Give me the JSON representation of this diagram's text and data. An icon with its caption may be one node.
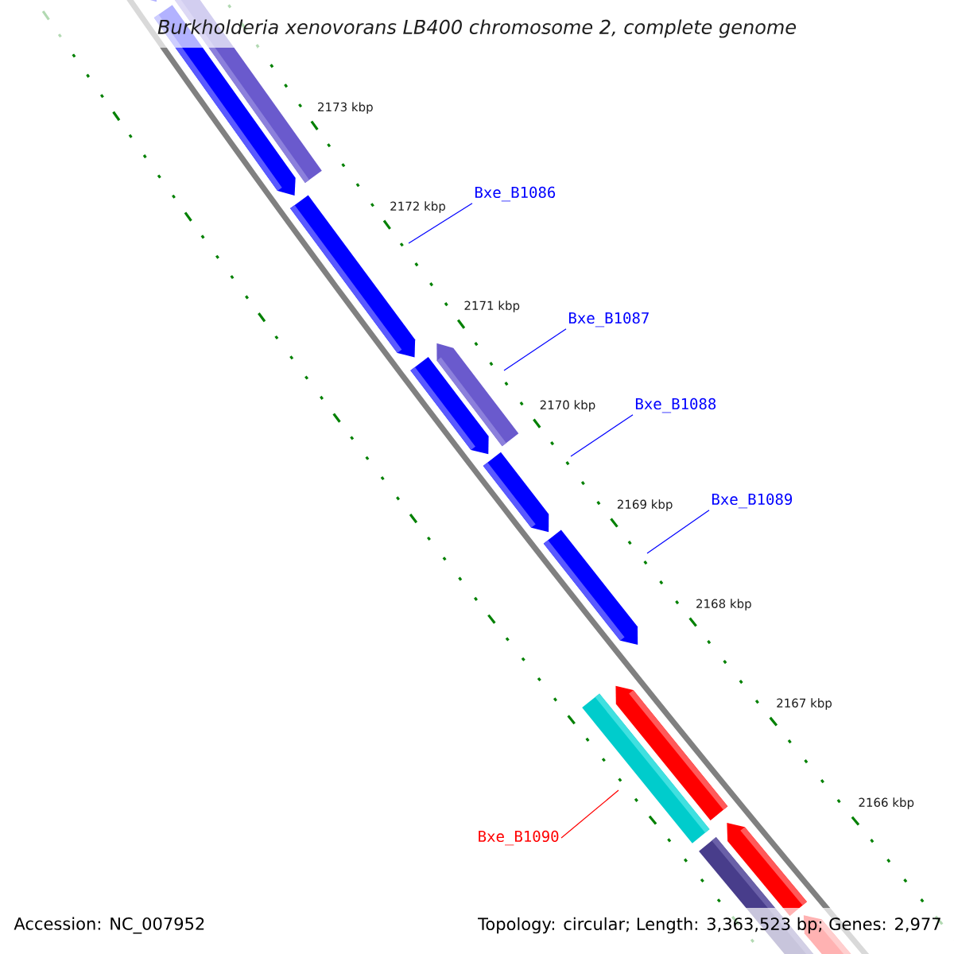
{
  "diagram": {
    "title": "Burkholderia xenovorans LB400 chromosome 2, complete genome",
    "nodes": [
      {
        "text": [
          "Bxe_B1086"
        ]
      },
      {
        "text": [
          "Bxe_B1087"
        ]
      },
      {
        "text": [
          "Bxe_B1088"
        ]
      },
      {
        "text": [
          "Bxe_B1089"
        ]
      },
      {
        "text": [
          "Bxe_B1090"
        ]
      }
    ],
    "edges": [
      {
        "from": 0,
        "to": null,
        "arrow": "none"
      },
      {
        "from": 1,
        "to": null,
        "arrow": "none"
      },
      {
        "from": 2,
        "to": null,
        "arrow": "none"
      },
      {
        "from": 3,
        "to": null,
        "arrow": "none"
      },
      {
        "from": 4,
        "to": null,
        "arrow": "none",
        "color": "#ff0000"
      }
    ],
    "labels": [
      "2173 kbp",
      "2172 kbp",
      "2171 kbp",
      "2170 kbp",
      "2169 kbp",
      "2168 kbp",
      "2167 kbp",
      "2166 kbp",
      "Accession: NC_007952",
      "Topology: circular; Length: 3,363,523 bp; Genes: 2,977"
    ]
  }
}
